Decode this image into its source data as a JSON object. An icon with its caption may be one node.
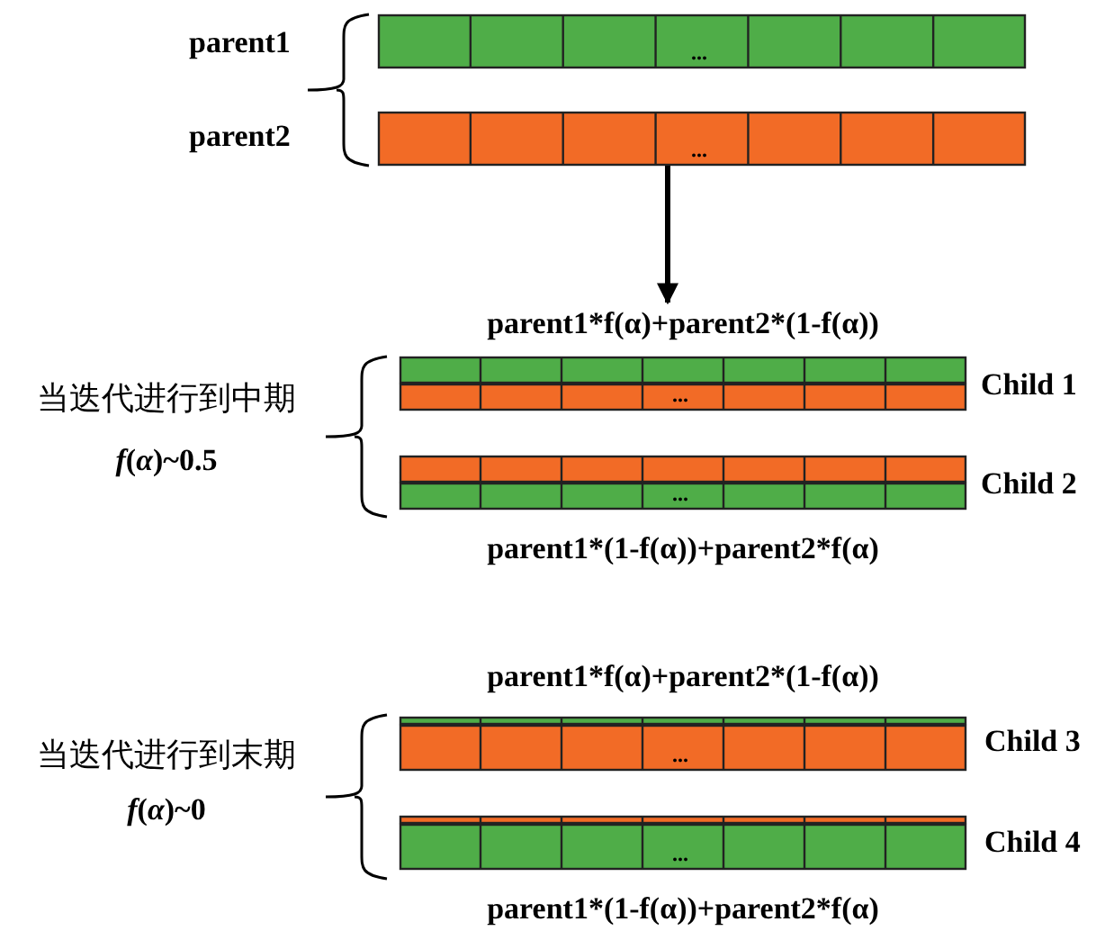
{
  "diagram": {
    "nodes": [
      {
        "text": [
          "..."
        ],
        "beside": [
          "parent1"
        ]
      },
      {
        "text": [
          "..."
        ],
        "beside": [
          "parent2"
        ]
      },
      {
        "text": [
          "parent1*f(α)+parent2*(1-f(α))",
          "..."
        ],
        "beside": [
          "Child 1"
        ]
      },
      {
        "text": [
          "...",
          "parent1*(1-f(α))+parent2*f(α)"
        ],
        "beside": [
          "Child 2"
        ]
      },
      {
        "text": [
          "parent1*f(α)+parent2*(1-f(α))",
          "..."
        ],
        "beside": [
          "Child 3"
        ]
      },
      {
        "text": [
          "...",
          "parent1*(1-f(α))+parent2*f(α)"
        ],
        "beside": [
          "Child 4"
        ]
      }
    ],
    "edges": [
      {
        "from": 1,
        "to": 2,
        "arrow": "to"
      }
    ],
    "labels": [
      "当迭代进行到中期",
      "*f*(*α*)~0.5",
      "当迭代进行到末期",
      "*f*(*α*)~0"
    ]
  }
}
